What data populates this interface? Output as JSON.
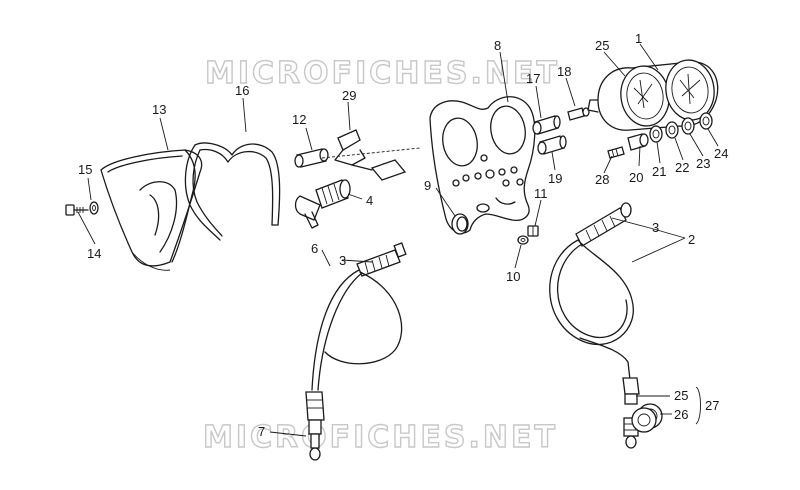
{
  "watermark": "MICROFICHES.NET",
  "callouts": {
    "c1": "1",
    "c2": "2",
    "c3a": "3",
    "c3b": "3",
    "c4": "4",
    "c6": "6",
    "c7": "7",
    "c8": "8",
    "c9": "9",
    "c10": "10",
    "c11": "11",
    "c12": "12",
    "c13": "13",
    "c14": "14",
    "c15": "15",
    "c16": "16",
    "c17": "17",
    "c18": "18",
    "c19": "19",
    "c20": "20",
    "c21": "21",
    "c22": "22",
    "c23": "23",
    "c24": "24",
    "c25a": "25",
    "c25b": "25",
    "c26": "26",
    "c27": "27",
    "c28": "28",
    "c29": "29"
  }
}
